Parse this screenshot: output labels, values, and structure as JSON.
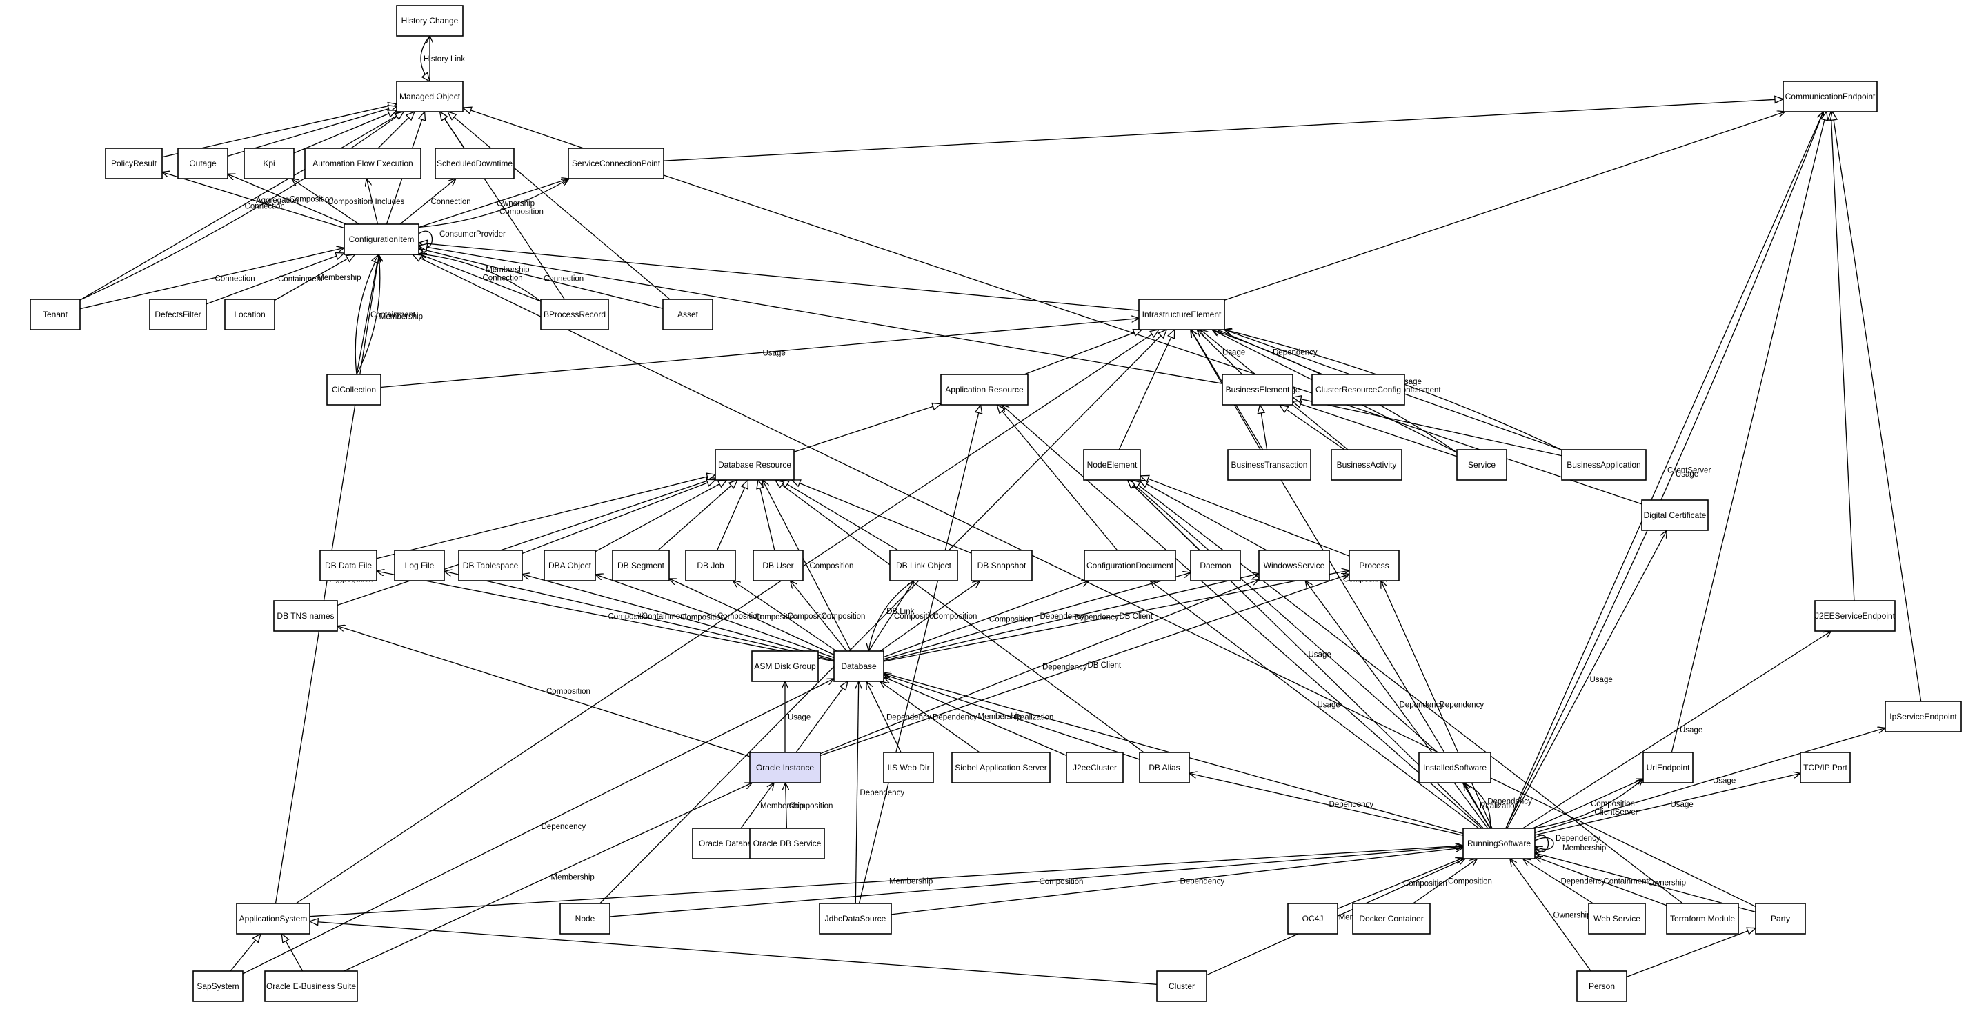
{
  "nodes": [
    {
      "id": "history",
      "label": "History Change"
    },
    {
      "id": "mo",
      "label": "Managed Object"
    },
    {
      "id": "commep",
      "label": "CommunicationEndpoint"
    },
    {
      "id": "policy",
      "label": "PolicyResult"
    },
    {
      "id": "outage",
      "label": "Outage"
    },
    {
      "id": "kpi",
      "label": "Kpi"
    },
    {
      "id": "afe",
      "label": "Automation Flow Execution"
    },
    {
      "id": "sched",
      "label": "ScheduledDowntime"
    },
    {
      "id": "scp",
      "label": "ServiceConnectionPoint"
    },
    {
      "id": "ci",
      "label": "ConfigurationItem"
    },
    {
      "id": "tenant",
      "label": "Tenant"
    },
    {
      "id": "defects",
      "label": "DefectsFilter"
    },
    {
      "id": "location",
      "label": "Location"
    },
    {
      "id": "bprocess",
      "label": "BProcessRecord"
    },
    {
      "id": "asset",
      "label": "Asset"
    },
    {
      "id": "infra",
      "label": "InfrastructureElement"
    },
    {
      "id": "cicoll",
      "label": "CiCollection"
    },
    {
      "id": "appres",
      "label": "Application Resource"
    },
    {
      "id": "busel",
      "label": "BusinessElement"
    },
    {
      "id": "crc",
      "label": "ClusterResourceConfig"
    },
    {
      "id": "dbres",
      "label": "Database Resource"
    },
    {
      "id": "nodeel",
      "label": "NodeElement"
    },
    {
      "id": "btrans",
      "label": "BusinessTransaction"
    },
    {
      "id": "bact",
      "label": "BusinessActivity"
    },
    {
      "id": "service",
      "label": "Service"
    },
    {
      "id": "bapp",
      "label": "BusinessApplication"
    },
    {
      "id": "dcert",
      "label": "Digital Certificate"
    },
    {
      "id": "dbdata",
      "label": "DB Data File"
    },
    {
      "id": "logfile",
      "label": "Log File"
    },
    {
      "id": "dbts",
      "label": "DB Tablespace"
    },
    {
      "id": "dbaobj",
      "label": "DBA Object"
    },
    {
      "id": "dbseg",
      "label": "DB Segment"
    },
    {
      "id": "dbjob",
      "label": "DB Job"
    },
    {
      "id": "dbuser",
      "label": "DB User"
    },
    {
      "id": "dblink",
      "label": "DB Link Object"
    },
    {
      "id": "dbsnap",
      "label": "DB Snapshot"
    },
    {
      "id": "confdoc",
      "label": "ConfigurationDocument"
    },
    {
      "id": "daemon",
      "label": "Daemon"
    },
    {
      "id": "winsvc",
      "label": "WindowsService"
    },
    {
      "id": "process",
      "label": "Process"
    },
    {
      "id": "dbtns",
      "label": "DB TNS names"
    },
    {
      "id": "j2ee",
      "label": "J2EEServiceEndpoint"
    },
    {
      "id": "asm",
      "label": "ASM Disk Group"
    },
    {
      "id": "database",
      "label": "Database"
    },
    {
      "id": "ipsep",
      "label": "IpServiceEndpoint"
    },
    {
      "id": "oracle",
      "label": "Oracle Instance"
    },
    {
      "id": "iis",
      "label": "IIS Web Dir"
    },
    {
      "id": "siebel",
      "label": "Siebel Application Server"
    },
    {
      "id": "j2eecl",
      "label": "J2eeCluster"
    },
    {
      "id": "dbalias",
      "label": "DB Alias"
    },
    {
      "id": "instsw",
      "label": "InstalledSoftware"
    },
    {
      "id": "uriep",
      "label": "UriEndpoint"
    },
    {
      "id": "tcpip",
      "label": "TCP/IP Port"
    },
    {
      "id": "oradb",
      "label": "Oracle Database"
    },
    {
      "id": "oradbsvc",
      "label": "Oracle DB Service"
    },
    {
      "id": "rs",
      "label": "RunningSoftware"
    },
    {
      "id": "appsys",
      "label": "ApplicationSystem"
    },
    {
      "id": "node",
      "label": "Node"
    },
    {
      "id": "jdbc",
      "label": "JdbcDataSource"
    },
    {
      "id": "oc4j",
      "label": "OC4J"
    },
    {
      "id": "docker",
      "label": "Docker Container"
    },
    {
      "id": "websvc",
      "label": "Web Service"
    },
    {
      "id": "terraform",
      "label": "Terraform Module"
    },
    {
      "id": "party",
      "label": "Party"
    },
    {
      "id": "sapsys",
      "label": "SapSystem"
    },
    {
      "id": "oebs",
      "label": "Oracle E-Business Suite"
    },
    {
      "id": "cluster",
      "label": "Cluster"
    },
    {
      "id": "person",
      "label": "Person"
    }
  ],
  "edges": [
    {
      "from": "mo",
      "to": "history",
      "arrow": "open",
      "label": ""
    },
    {
      "from": "history",
      "to": "mo",
      "arrow": "inherit",
      "label": "History Link"
    },
    {
      "from": "policy",
      "to": "mo",
      "arrow": "inherit",
      "label": ""
    },
    {
      "from": "outage",
      "to": "mo",
      "arrow": "inherit",
      "label": ""
    },
    {
      "from": "kpi",
      "to": "mo",
      "arrow": "inherit",
      "label": ""
    },
    {
      "from": "afe",
      "to": "mo",
      "arrow": "inherit",
      "label": ""
    },
    {
      "from": "sched",
      "to": "mo",
      "arrow": "inherit",
      "label": ""
    },
    {
      "from": "ci",
      "to": "mo",
      "arrow": "inherit",
      "label": ""
    },
    {
      "from": "tenant",
      "to": "mo",
      "arrow": "open",
      "label": "Connection"
    },
    {
      "from": "tenant",
      "to": "mo",
      "arrow": "inherit",
      "label": ""
    },
    {
      "from": "bprocess",
      "to": "mo",
      "arrow": "inherit",
      "label": ""
    },
    {
      "from": "asset",
      "to": "mo",
      "arrow": "inherit",
      "label": ""
    },
    {
      "from": "dcert",
      "to": "mo",
      "arrow": "inherit",
      "label": ""
    },
    {
      "from": "scp",
      "to": "commep",
      "arrow": "inherit",
      "label": ""
    },
    {
      "from": "ci",
      "to": "policy",
      "arrow": "open",
      "label": "Aggregation"
    },
    {
      "from": "ci",
      "to": "outage",
      "arrow": "open",
      "label": "Composition"
    },
    {
      "from": "ci",
      "to": "kpi",
      "arrow": "open",
      "label": "Composition"
    },
    {
      "from": "ci",
      "to": "afe",
      "arrow": "open",
      "label": "Includes"
    },
    {
      "from": "ci",
      "to": "sched",
      "arrow": "open",
      "label": "Connection"
    },
    {
      "from": "ci",
      "to": "scp",
      "arrow": "open",
      "label": "Ownership"
    },
    {
      "from": "ci",
      "to": "scp",
      "arrow": "open",
      "label": "Composition"
    },
    {
      "from": "ci",
      "to": "ci",
      "arrow": "open",
      "label": "ConsumerProvider"
    },
    {
      "from": "tenant",
      "to": "ci",
      "arrow": "open",
      "label": "Connection"
    },
    {
      "from": "defects",
      "to": "ci",
      "arrow": "inherit",
      "label": "Containment"
    },
    {
      "from": "location",
      "to": "ci",
      "arrow": "inherit",
      "label": "Membership"
    },
    {
      "from": "bprocess",
      "to": "ci",
      "arrow": "open",
      "label": "Connection"
    },
    {
      "from": "bprocess",
      "to": "ci",
      "arrow": "open",
      "label": "Membership"
    },
    {
      "from": "asset",
      "to": "ci",
      "arrow": "open",
      "label": "Connection"
    },
    {
      "from": "cicoll",
      "to": "ci",
      "arrow": "open",
      "label": "Containment"
    },
    {
      "from": "cicoll",
      "to": "ci",
      "arrow": "open",
      "label": "Membership"
    },
    {
      "from": "cicoll",
      "to": "ci",
      "arrow": "inherit",
      "label": ""
    },
    {
      "from": "appsys",
      "to": "ci",
      "arrow": "open",
      "label": "Aggregation"
    },
    {
      "from": "party",
      "to": "ci",
      "arrow": "inherit",
      "label": ""
    },
    {
      "from": "infra",
      "to": "ci",
      "arrow": "inherit",
      "label": ""
    },
    {
      "from": "busel",
      "to": "ci",
      "arrow": "inherit",
      "label": ""
    },
    {
      "from": "infra",
      "to": "commep",
      "arrow": "open",
      "label": ""
    },
    {
      "from": "cicoll",
      "to": "infra",
      "arrow": "open",
      "label": "Usage"
    },
    {
      "from": "appres",
      "to": "infra",
      "arrow": "inherit",
      "label": ""
    },
    {
      "from": "busel",
      "to": "infra",
      "arrow": "open",
      "label": "Usage"
    },
    {
      "from": "crc",
      "to": "infra",
      "arrow": "open",
      "label": "Dependency"
    },
    {
      "from": "nodeel",
      "to": "infra",
      "arrow": "inherit",
      "label": ""
    },
    {
      "from": "btrans",
      "to": "infra",
      "arrow": "open",
      "label": "Usage"
    },
    {
      "from": "bact",
      "to": "infra",
      "arrow": "open",
      "label": "Usage"
    },
    {
      "from": "service",
      "to": "infra",
      "arrow": "open",
      "label": "Usage"
    },
    {
      "from": "service",
      "to": "infra",
      "arrow": "open",
      "label": "Containment"
    },
    {
      "from": "bapp",
      "to": "infra",
      "arrow": "open",
      "label": "Containment"
    },
    {
      "from": "bapp",
      "to": "infra",
      "arrow": "open",
      "label": "Usage"
    },
    {
      "from": "appsys",
      "to": "infra",
      "arrow": "inherit",
      "label": ""
    },
    {
      "from": "node",
      "to": "infra",
      "arrow": "inherit",
      "label": ""
    },
    {
      "from": "rs",
      "to": "infra",
      "arrow": "open",
      "label": "Composition"
    },
    {
      "from": "btrans",
      "to": "busel",
      "arrow": "inherit",
      "label": ""
    },
    {
      "from": "bact",
      "to": "busel",
      "arrow": "inherit",
      "label": ""
    },
    {
      "from": "service",
      "to": "busel",
      "arrow": "inherit",
      "label": ""
    },
    {
      "from": "bapp",
      "to": "busel",
      "arrow": "inherit",
      "label": ""
    },
    {
      "from": "dbres",
      "to": "appres",
      "arrow": "inherit",
      "label": ""
    },
    {
      "from": "confdoc",
      "to": "appres",
      "arrow": "inherit",
      "label": ""
    },
    {
      "from": "jdbc",
      "to": "appres",
      "arrow": "inherit",
      "label": ""
    },
    {
      "from": "rs",
      "to": "appres",
      "arrow": "open",
      "label": ""
    },
    {
      "from": "dbtns",
      "to": "dbres",
      "arrow": "inherit",
      "label": ""
    },
    {
      "from": "dbdata",
      "to": "dbres",
      "arrow": "inherit",
      "label": ""
    },
    {
      "from": "dbts",
      "to": "dbres",
      "arrow": "inherit",
      "label": ""
    },
    {
      "from": "dbaobj",
      "to": "dbres",
      "arrow": "inherit",
      "label": ""
    },
    {
      "from": "dbseg",
      "to": "dbres",
      "arrow": "inherit",
      "label": ""
    },
    {
      "from": "dbjob",
      "to": "dbres",
      "arrow": "inherit",
      "label": ""
    },
    {
      "from": "dbuser",
      "to": "dbres",
      "arrow": "inherit",
      "label": ""
    },
    {
      "from": "dblink",
      "to": "dbres",
      "arrow": "inherit",
      "label": ""
    },
    {
      "from": "dbsnap",
      "to": "dbres",
      "arrow": "inherit",
      "label": ""
    },
    {
      "from": "database",
      "to": "dbres",
      "arrow": "open",
      "label": "Composition"
    },
    {
      "from": "dbalias",
      "to": "dbres",
      "arrow": "inherit",
      "label": ""
    },
    {
      "from": "daemon",
      "to": "nodeel",
      "arrow": "inherit",
      "label": ""
    },
    {
      "from": "winsvc",
      "to": "nodeel",
      "arrow": "inherit",
      "label": ""
    },
    {
      "from": "process",
      "to": "nodeel",
      "arrow": "inherit",
      "label": ""
    },
    {
      "from": "instsw",
      "to": "nodeel",
      "arrow": "inherit",
      "label": ""
    },
    {
      "from": "rs",
      "to": "nodeel",
      "arrow": "inherit",
      "label": "Usage"
    },
    {
      "from": "terraform",
      "to": "nodeel",
      "arrow": "inherit",
      "label": ""
    },
    {
      "from": "database",
      "to": "dbdata",
      "arrow": "open",
      "label": "Composition"
    },
    {
      "from": "database",
      "to": "logfile",
      "arrow": "open",
      "label": "Containment"
    },
    {
      "from": "database",
      "to": "dbts",
      "arrow": "open",
      "label": "Composition"
    },
    {
      "from": "database",
      "to": "dbaobj",
      "arrow": "open",
      "label": "Composition"
    },
    {
      "from": "database",
      "to": "dbseg",
      "arrow": "open",
      "label": "Composition"
    },
    {
      "from": "database",
      "to": "dbjob",
      "arrow": "open",
      "label": "Composition"
    },
    {
      "from": "database",
      "to": "dbuser",
      "arrow": "open",
      "label": "Composition"
    },
    {
      "from": "database",
      "to": "dblink",
      "arrow": "open",
      "label": "Composition"
    },
    {
      "from": "dblink",
      "to": "database",
      "arrow": "open",
      "label": "DB Link"
    },
    {
      "from": "database",
      "to": "dbsnap",
      "arrow": "open",
      "label": "Composition"
    },
    {
      "from": "database",
      "to": "confdoc",
      "arrow": "open",
      "label": "Composition"
    },
    {
      "from": "database",
      "to": "daemon",
      "arrow": "open",
      "label": "Dependency"
    },
    {
      "from": "database",
      "to": "winsvc",
      "arrow": "open",
      "label": "Dependency"
    },
    {
      "from": "database",
      "to": "process",
      "arrow": "open",
      "label": "DB Client"
    },
    {
      "from": "oracle",
      "to": "process",
      "arrow": "open",
      "label": "DB Client"
    },
    {
      "from": "oracle",
      "to": "winsvc",
      "arrow": "open",
      "label": "Dependency"
    },
    {
      "from": "oracle",
      "to": "dbtns",
      "arrow": "open",
      "label": "Composition"
    },
    {
      "from": "oracle",
      "to": "asm",
      "arrow": "open",
      "label": "Usage"
    },
    {
      "from": "oracle",
      "to": "database",
      "arrow": "inherit",
      "label": ""
    },
    {
      "from": "sapsys",
      "to": "database",
      "arrow": "open",
      "label": "Dependency"
    },
    {
      "from": "iis",
      "to": "database",
      "arrow": "open",
      "label": "Dependency"
    },
    {
      "from": "siebel",
      "to": "database",
      "arrow": "open",
      "label": "Dependency"
    },
    {
      "from": "j2eecl",
      "to": "database",
      "arrow": "open",
      "label": "Membership"
    },
    {
      "from": "dbalias",
      "to": "database",
      "arrow": "open",
      "label": "Realization"
    },
    {
      "from": "jdbc",
      "to": "database",
      "arrow": "open",
      "label": "Dependency"
    },
    {
      "from": "rs",
      "to": "database",
      "arrow": "open",
      "label": ""
    },
    {
      "from": "oradb",
      "to": "oracle",
      "arrow": "open",
      "label": "Membership"
    },
    {
      "from": "oradbsvc",
      "to": "oracle",
      "arrow": "open",
      "label": "Composition"
    },
    {
      "from": "oebs",
      "to": "oracle",
      "arrow": "open",
      "label": "Membership"
    },
    {
      "from": "rs",
      "to": "confdoc",
      "arrow": "open",
      "label": "Usage"
    },
    {
      "from": "rs",
      "to": "winsvc",
      "arrow": "open",
      "label": "Dependency"
    },
    {
      "from": "rs",
      "to": "process",
      "arrow": "open",
      "label": "Dependency"
    },
    {
      "from": "rs",
      "to": "instsw",
      "arrow": "open",
      "label": "Realization"
    },
    {
      "from": "rs",
      "to": "instsw",
      "arrow": "open",
      "label": "Dependency"
    },
    {
      "from": "rs",
      "to": "dcert",
      "arrow": "open",
      "label": "Usage"
    },
    {
      "from": "rs",
      "to": "uriep",
      "arrow": "open",
      "label": "Composition"
    },
    {
      "from": "rs",
      "to": "uriep",
      "arrow": "open",
      "label": "ClientServer"
    },
    {
      "from": "rs",
      "to": "tcpip",
      "arrow": "open",
      "label": "Usage"
    },
    {
      "from": "rs",
      "to": "ipsep",
      "arrow": "open",
      "label": "Usage"
    },
    {
      "from": "rs",
      "to": "j2ee",
      "arrow": "open",
      "label": "Usage"
    },
    {
      "from": "rs",
      "to": "commep",
      "arrow": "open",
      "label": "ClientServer"
    },
    {
      "from": "rs",
      "to": "commep",
      "arrow": "open",
      "label": "Usage"
    },
    {
      "from": "rs",
      "to": "dbalias",
      "arrow": "open",
      "label": "Dependency"
    },
    {
      "from": "rs",
      "to": "rs",
      "arrow": "open",
      "label": "Dependency"
    },
    {
      "from": "rs",
      "to": "rs",
      "arrow": "open",
      "label": "Membership"
    },
    {
      "from": "uriep",
      "to": "commep",
      "arrow": "inherit",
      "label": ""
    },
    {
      "from": "j2ee",
      "to": "commep",
      "arrow": "inherit",
      "label": ""
    },
    {
      "from": "ipsep",
      "to": "commep",
      "arrow": "inherit",
      "label": ""
    },
    {
      "from": "appsys",
      "to": "rs",
      "arrow": "open",
      "label": "Membership"
    },
    {
      "from": "node",
      "to": "rs",
      "arrow": "open",
      "label": "Composition"
    },
    {
      "from": "jdbc",
      "to": "rs",
      "arrow": "open",
      "label": "Dependency"
    },
    {
      "from": "oc4j",
      "to": "rs",
      "arrow": "open",
      "label": "Composition"
    },
    {
      "from": "docker",
      "to": "rs",
      "arrow": "open",
      "label": "Composition"
    },
    {
      "from": "websvc",
      "to": "rs",
      "arrow": "open",
      "label": "Dependency"
    },
    {
      "from": "terraform",
      "to": "rs",
      "arrow": "open",
      "label": "Containment"
    },
    {
      "from": "party",
      "to": "rs",
      "arrow": "open",
      "label": "Ownership"
    },
    {
      "from": "person",
      "to": "rs",
      "arrow": "open",
      "label": "Ownership"
    },
    {
      "from": "cluster",
      "to": "rs",
      "arrow": "open",
      "label": "Membership"
    },
    {
      "from": "sapsys",
      "to": "appsys",
      "arrow": "inherit",
      "label": ""
    },
    {
      "from": "oebs",
      "to": "appsys",
      "arrow": "inherit",
      "label": ""
    },
    {
      "from": "cluster",
      "to": "appsys",
      "arrow": "inherit",
      "label": ""
    },
    {
      "from": "person",
      "to": "party",
      "arrow": "inherit",
      "label": ""
    }
  ]
}
